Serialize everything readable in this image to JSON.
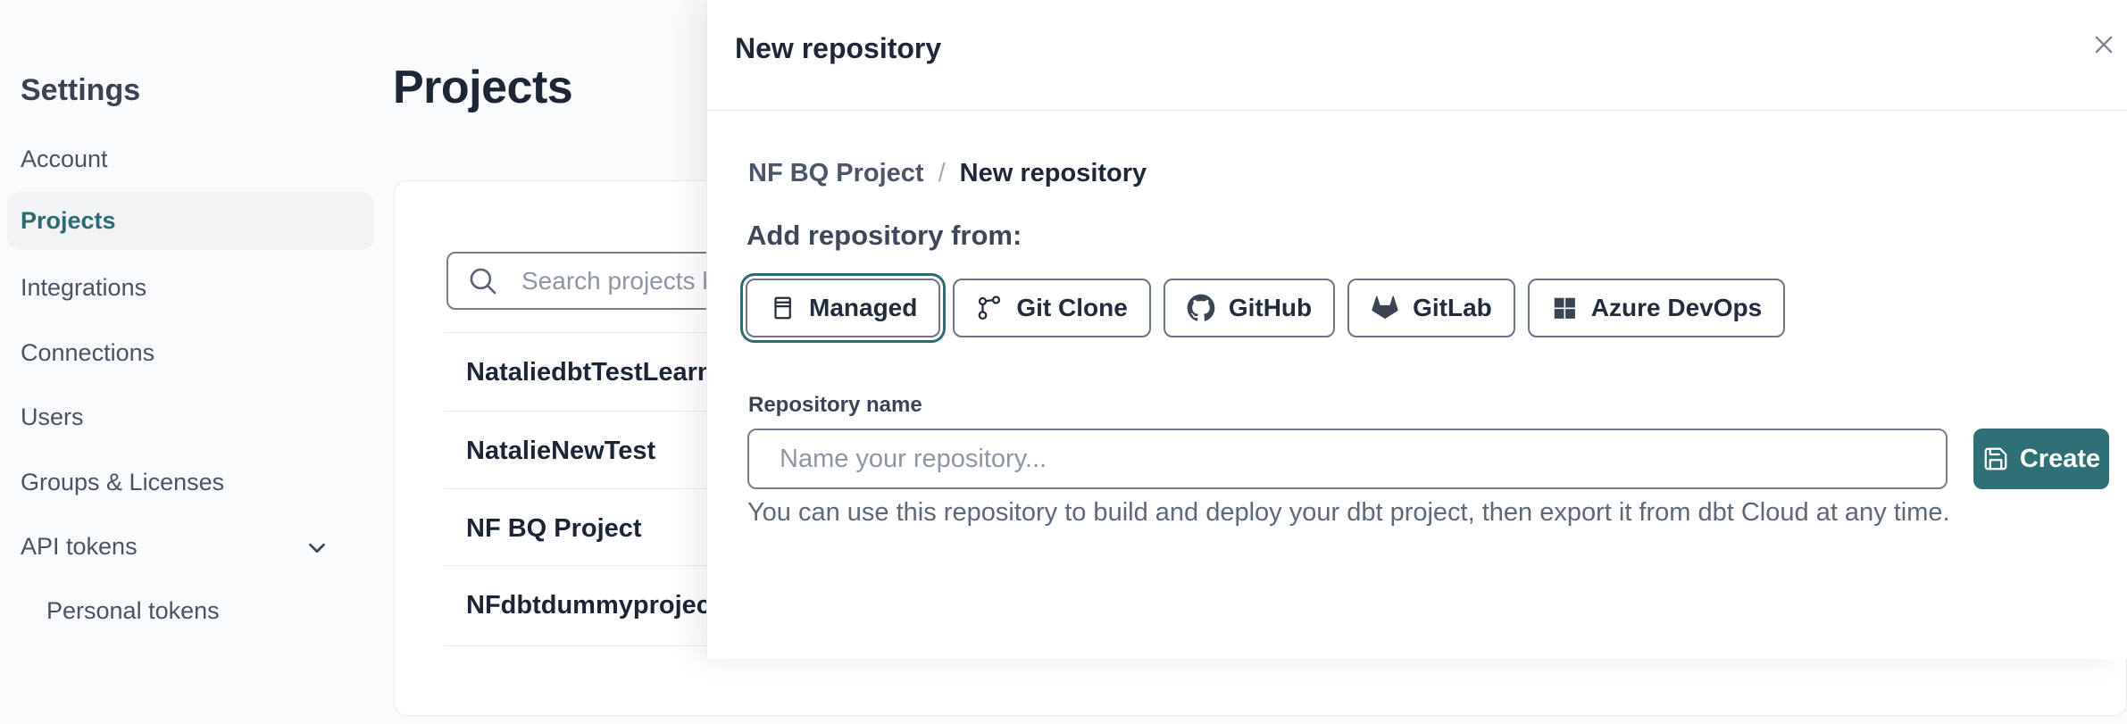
{
  "colors": {
    "accent_teal": "#2c6b71",
    "create_button_teal": "#2e7076",
    "text_dark_navy": "#1d2737",
    "text_slate": "#4a5364",
    "border_grey": "#6b7484",
    "divider": "#e9ebee",
    "placeholder_grey": "#8e96a6",
    "selected_pill_bg": "#f2f3f5"
  },
  "sidebar": {
    "title": "Settings",
    "items": [
      {
        "label": "Account",
        "selected": false
      },
      {
        "label": "Projects",
        "selected": true
      },
      {
        "label": "Integrations",
        "selected": false
      },
      {
        "label": "Connections",
        "selected": false
      },
      {
        "label": "Users",
        "selected": false
      },
      {
        "label": "Groups & Licenses",
        "selected": false
      },
      {
        "label": "API tokens",
        "selected": false,
        "expandable": true
      },
      {
        "label": "Personal tokens",
        "selected": false,
        "indented": true
      }
    ]
  },
  "main": {
    "title": "Projects",
    "search": {
      "placeholder": "Search projects by name",
      "value": ""
    },
    "projects": [
      {
        "name": "NataliedbtTestLearn T"
      },
      {
        "name": "NatalieNewTest"
      },
      {
        "name": "NF BQ Project"
      },
      {
        "name": "NFdbtdummyproject"
      }
    ]
  },
  "modal": {
    "title": "New repository",
    "close_icon": "x",
    "breadcrumb": {
      "parent": "NF BQ Project",
      "separator": "/",
      "current": "New repository"
    },
    "section_heading": "Add repository from:",
    "source_options": [
      {
        "label": "Managed",
        "icon": "managed-repo-icon",
        "selected": true
      },
      {
        "label": "Git Clone",
        "icon": "git-branch-icon",
        "selected": false
      },
      {
        "label": "GitHub",
        "icon": "github-icon",
        "selected": false
      },
      {
        "label": "GitLab",
        "icon": "gitlab-icon",
        "selected": false
      },
      {
        "label": "Azure DevOps",
        "icon": "azure-devops-icon",
        "selected": false
      }
    ],
    "repository_name": {
      "label": "Repository name",
      "placeholder": "Name your repository...",
      "value": ""
    },
    "create_button": {
      "label": "Create",
      "icon": "save-icon"
    },
    "helper_text": "You can use this repository to build and deploy your dbt project, then export it from dbt Cloud at any time."
  }
}
